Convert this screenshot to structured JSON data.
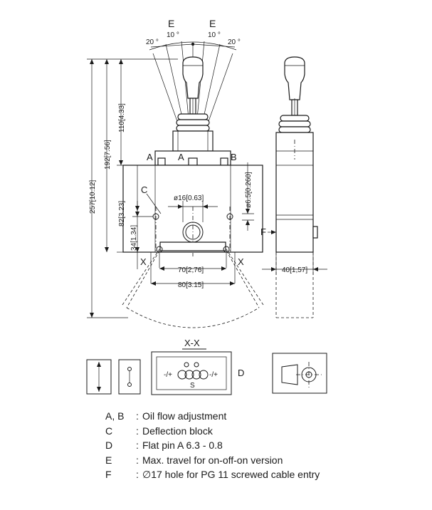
{
  "labels": {
    "e_left": "E",
    "e_right": "E",
    "deg10_left": "10 °",
    "deg10_right": "10 °",
    "deg20_left": "20 °",
    "deg20_right": "20 °",
    "a_left": "A",
    "a_mid": "A",
    "b": "B",
    "c": "C",
    "x_left": "X",
    "x_right": "X",
    "f": "F",
    "d": "D",
    "s": "S",
    "section": "X-X",
    "minus_plus_left": "-/+",
    "minus_plus_right": "-/+"
  },
  "dimensions": {
    "d257": "257[10.12]",
    "d192": "192[7.56]",
    "d110": "110[4.33]",
    "d82": "82[3.23]",
    "d34": "34[1.34]",
    "dia16": "ø16[0.63]",
    "dia65": "ø6.5[0.260]",
    "d70": "70[2,76]",
    "d80": "80[3.15]",
    "d40": "40[1,57]"
  },
  "legend": [
    {
      "key": "A, B",
      "sep": ":",
      "text": "Oil flow adjustment"
    },
    {
      "key": "C",
      "sep": ":",
      "text": "Deflection block"
    },
    {
      "key": "D",
      "sep": ":",
      "text": "Flat pin A 6.3 - 0.8"
    },
    {
      "key": "E",
      "sep": ":",
      "text": "Max. travel for on-off-on version"
    },
    {
      "key": "F",
      "sep": ":",
      "text": "∅17 hole for PG 11 screwed cable entry"
    }
  ]
}
